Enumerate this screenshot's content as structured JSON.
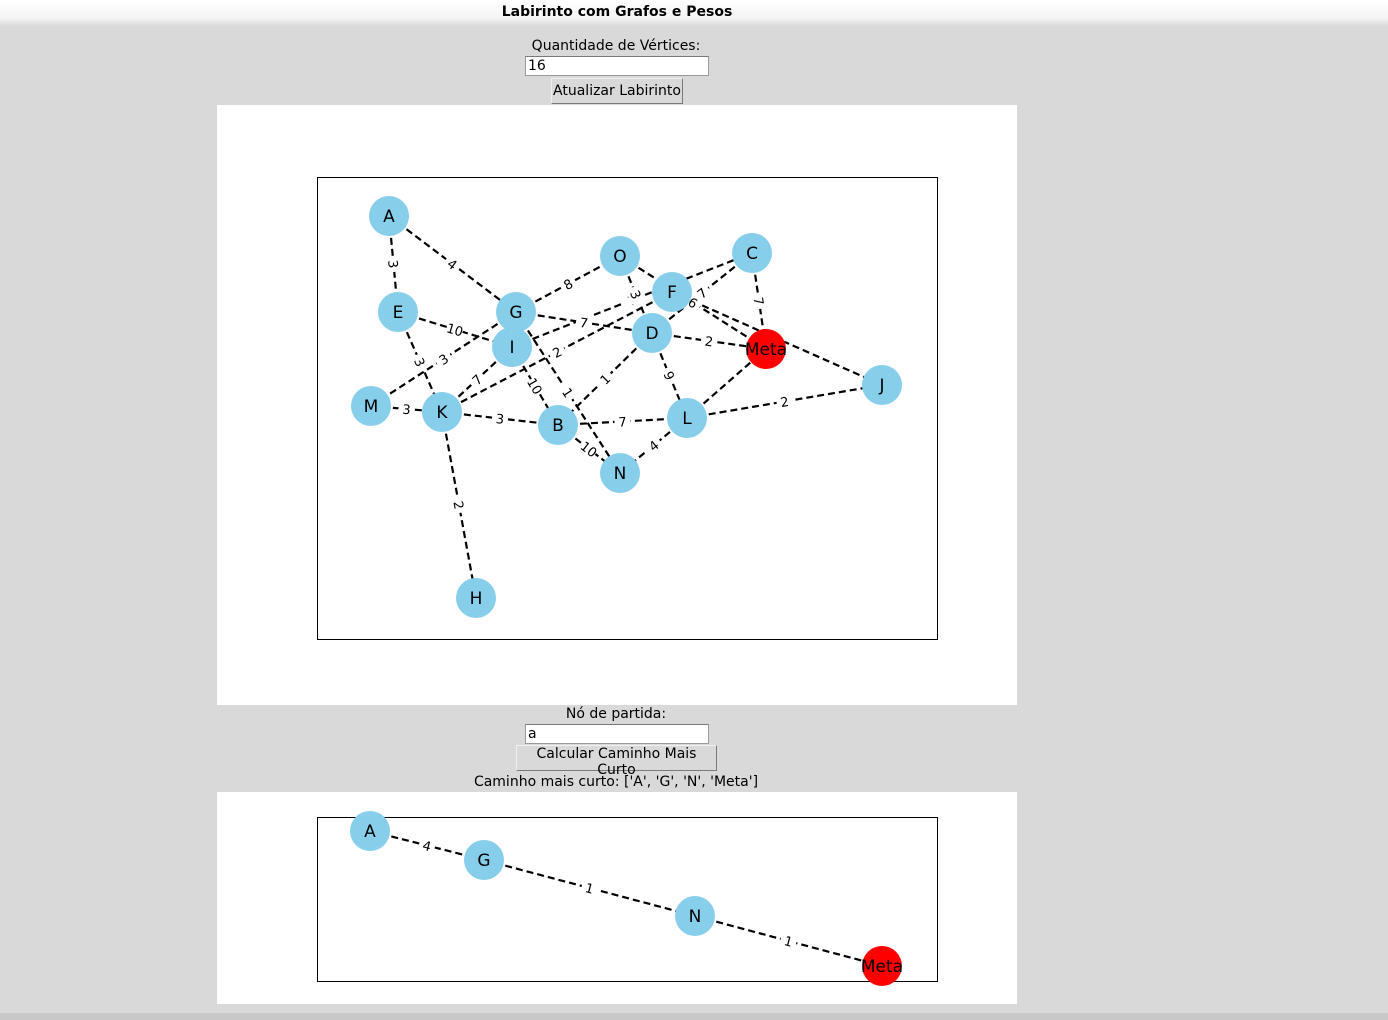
{
  "window": {
    "title": "Labirinto com Grafos e Pesos"
  },
  "controls": {
    "vertex_label": "Quantidade de Vértices:",
    "vertex_value": "16",
    "update_button": "Atualizar Labirinto",
    "start_label": "Nó de partida:",
    "start_value": "a",
    "calc_button": "Calcular Caminho Mais Curto",
    "result_text": "Caminho mais curto: ['A', 'G', 'N', 'Meta']"
  },
  "colors": {
    "node": "#87ceeb",
    "goal_node": "#ff0000",
    "edge": "#000000",
    "background": "#d9d9d9"
  },
  "graph": {
    "nodes": [
      "A",
      "E",
      "G",
      "O",
      "C",
      "F",
      "D",
      "I",
      "Meta",
      "J",
      "M",
      "K",
      "B",
      "L",
      "N",
      "H"
    ],
    "goal": "Meta",
    "edges": [
      {
        "from": "A",
        "to": "E",
        "weight": "3"
      },
      {
        "from": "A",
        "to": "G",
        "weight": "4"
      },
      {
        "from": "G",
        "to": "O",
        "weight": "8"
      },
      {
        "from": "G",
        "to": "D",
        "weight": "7"
      },
      {
        "from": "G",
        "to": "M",
        "weight": "3"
      },
      {
        "from": "G",
        "to": "N",
        "weight": "1"
      },
      {
        "from": "E",
        "to": "I",
        "weight": "10"
      },
      {
        "from": "E",
        "to": "K",
        "weight": "3"
      },
      {
        "from": "I",
        "to": "C",
        "weight": "7"
      },
      {
        "from": "I",
        "to": "K",
        "weight": "7"
      },
      {
        "from": "I",
        "to": "B",
        "weight": "10"
      },
      {
        "from": "O",
        "to": "D",
        "weight": "3"
      },
      {
        "from": "O",
        "to": "Meta",
        "weight": "6"
      },
      {
        "from": "F",
        "to": "J",
        "weight": "1"
      },
      {
        "from": "F",
        "to": "K",
        "weight": "2"
      },
      {
        "from": "C",
        "to": "D",
        "weight": "7"
      },
      {
        "from": "C",
        "to": "Meta",
        "weight": "7"
      },
      {
        "from": "D",
        "to": "Meta",
        "weight": "2"
      },
      {
        "from": "D",
        "to": "B",
        "weight": "1"
      },
      {
        "from": "D",
        "to": "L",
        "weight": "9"
      },
      {
        "from": "M",
        "to": "K",
        "weight": "3"
      },
      {
        "from": "K",
        "to": "B",
        "weight": "3"
      },
      {
        "from": "K",
        "to": "H",
        "weight": "2"
      },
      {
        "from": "B",
        "to": "L",
        "weight": "7"
      },
      {
        "from": "B",
        "to": "N",
        "weight": "10"
      },
      {
        "from": "L",
        "to": "N",
        "weight": "4"
      },
      {
        "from": "L",
        "to": "J",
        "weight": "2"
      },
      {
        "from": "L",
        "to": "Meta",
        "weight": ""
      }
    ]
  },
  "path_graph": {
    "nodes": [
      "A",
      "G",
      "N",
      "Meta"
    ],
    "goal": "Meta",
    "edges": [
      {
        "from": "A",
        "to": "G",
        "weight": "4"
      },
      {
        "from": "G",
        "to": "N",
        "weight": "1"
      },
      {
        "from": "N",
        "to": "Meta",
        "weight": "1"
      }
    ]
  }
}
